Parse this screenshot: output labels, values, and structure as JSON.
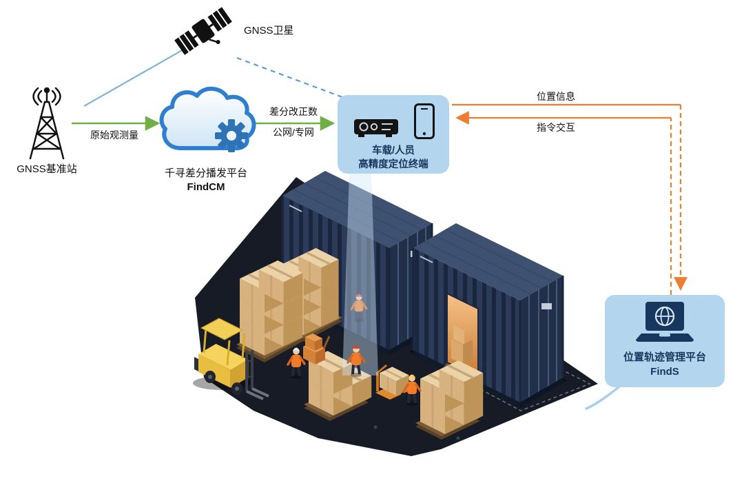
{
  "colors": {
    "green": "#6faf46",
    "orange": "#ed7d31",
    "blue_solid": "#7fb2d9",
    "blue_dashed": "#5b9bd5",
    "box_fill": "#b3d6ee",
    "box_text": "#17375e",
    "cloud_blue": "#2f7fd0"
  },
  "satellite": {
    "label": "GNSS卫星"
  },
  "base_station": {
    "label": "GNSS基准站"
  },
  "cloud": {
    "label": "千寻差分播发平台",
    "name": "FindCM"
  },
  "flows": {
    "station_to_cloud": "原始观测量",
    "cloud_to_terminal_line1": "差分改正数",
    "cloud_to_terminal_line2": "公网/专网",
    "terminal_to_platform": "位置信息",
    "platform_to_terminal": "指令交互"
  },
  "terminal": {
    "line1": "车载/人员",
    "line2": "高精度定位终端"
  },
  "management": {
    "label": "位置轨迹管理平台",
    "name": "FindS"
  }
}
